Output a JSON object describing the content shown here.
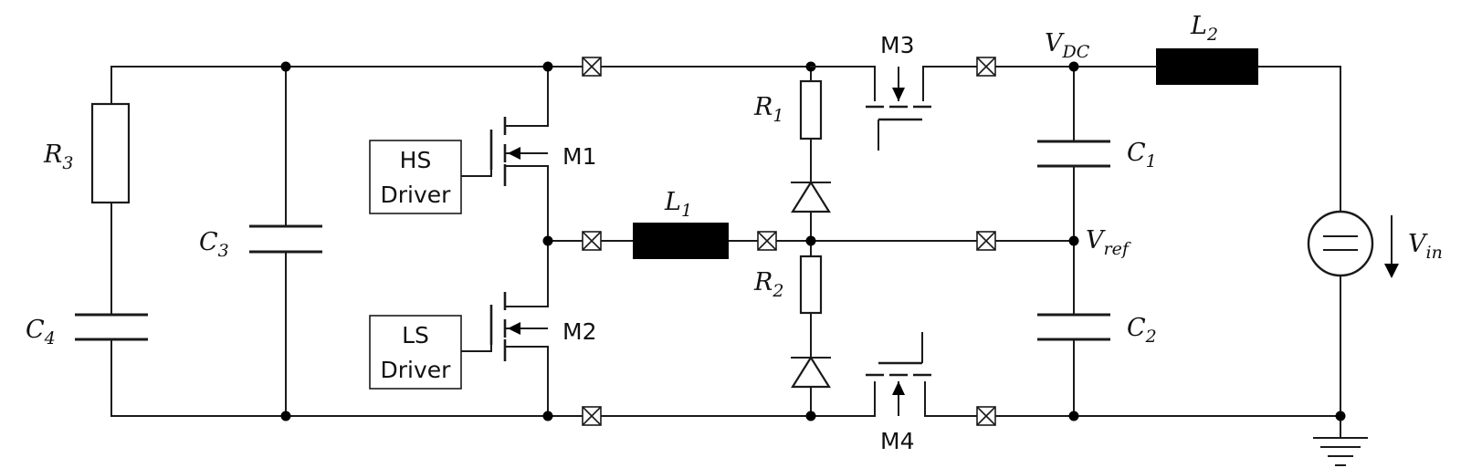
{
  "labels": {
    "R3": {
      "main": "R",
      "sub": "3"
    },
    "C3": {
      "main": "C",
      "sub": "3"
    },
    "C4": {
      "main": "C",
      "sub": "4"
    },
    "R1": {
      "main": "R",
      "sub": "1"
    },
    "R2": {
      "main": "R",
      "sub": "2"
    },
    "L1": {
      "main": "L",
      "sub": "1"
    },
    "L2": {
      "main": "L",
      "sub": "2"
    },
    "C1": {
      "main": "C",
      "sub": "1"
    },
    "C2": {
      "main": "C",
      "sub": "2"
    },
    "VDC": {
      "main": "V",
      "sub": "DC"
    },
    "Vref": {
      "main": "V",
      "sub": "ref"
    },
    "Vin": {
      "main": "V",
      "sub": "in"
    },
    "M1": "M1",
    "M2": "M2",
    "M3": "M3",
    "M4": "M4"
  },
  "drivers": {
    "hs": {
      "line1": "HS",
      "line2": "Driver"
    },
    "ls": {
      "line1": "LS",
      "line2": "Driver"
    }
  }
}
